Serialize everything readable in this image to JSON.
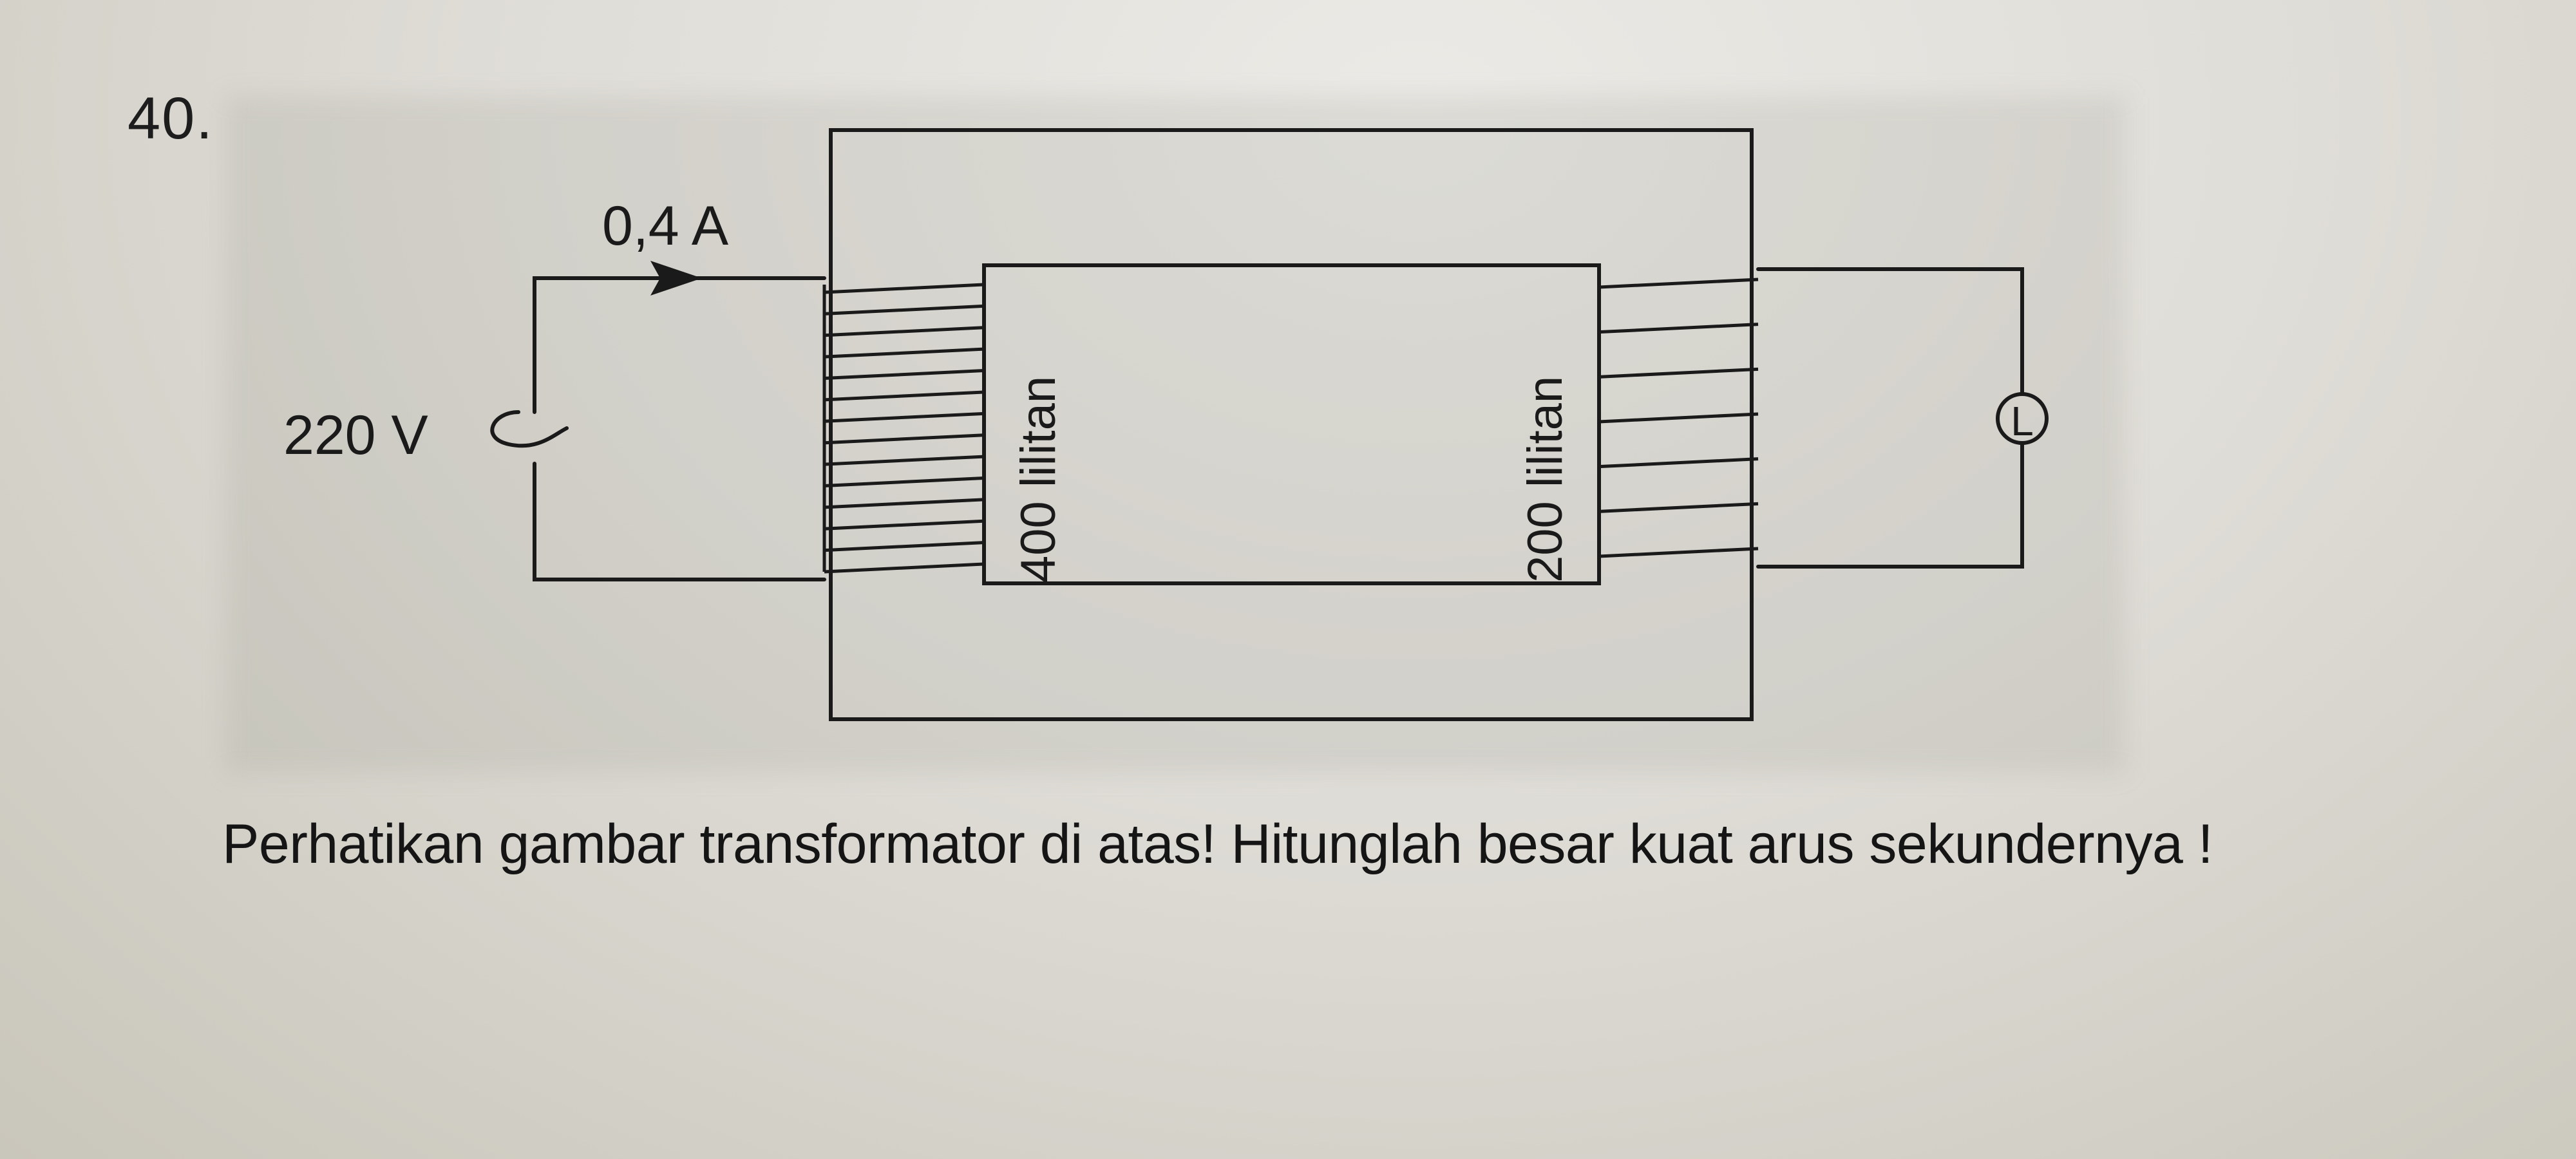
{
  "question_number": "40.",
  "diagram": {
    "primary_current_label": "0,4 A",
    "primary_voltage_label": "220 V",
    "primary_coil_label": "400 lilitan",
    "secondary_coil_label": "200 lilitan",
    "lamp_label": "L",
    "primary_turns": 400,
    "secondary_turns": 200,
    "primary_voltage_v": 220,
    "primary_current_a": 0.4
  },
  "question_text": "Perhatikan gambar transformator di atas! Hitunglah besar kuat arus sekundernya !"
}
